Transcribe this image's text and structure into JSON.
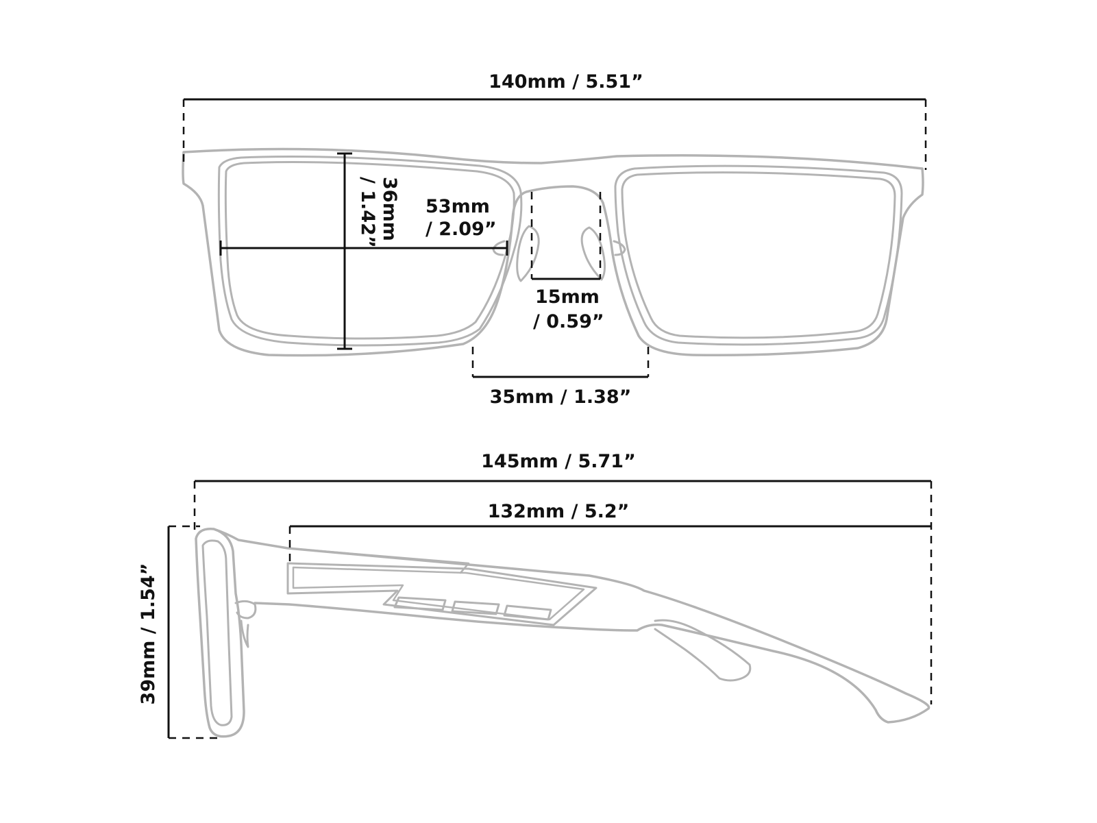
{
  "colors": {
    "frame": "#b3b3b3",
    "dimension": "#111111",
    "label": "#111111",
    "background": "#ffffff"
  },
  "front_view": {
    "total_width": "140mm / 5.51”",
    "lens_height_mm": "36mm",
    "lens_height_in": "/ 1.42”",
    "lens_width_mm": "53mm",
    "lens_width_in": "/ 2.09”",
    "bridge_mm": "15mm",
    "bridge_in": "/ 0.59”",
    "nose_pad_distance": "35mm / 1.38”"
  },
  "side_view": {
    "temple_overall": "145mm / 5.71”",
    "temple_inner": "132mm / 5.2”",
    "frame_height": "39mm / 1.54”"
  }
}
